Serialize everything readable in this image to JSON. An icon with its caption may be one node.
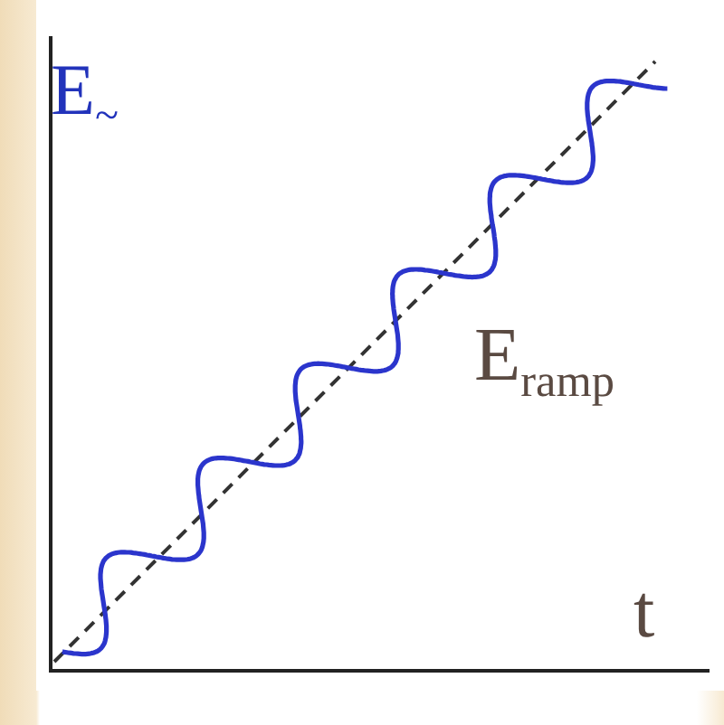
{
  "diagram": {
    "labels": [
      "E$_{~}$",
      "E$_{ramp}$",
      "t"
    ]
  }
}
